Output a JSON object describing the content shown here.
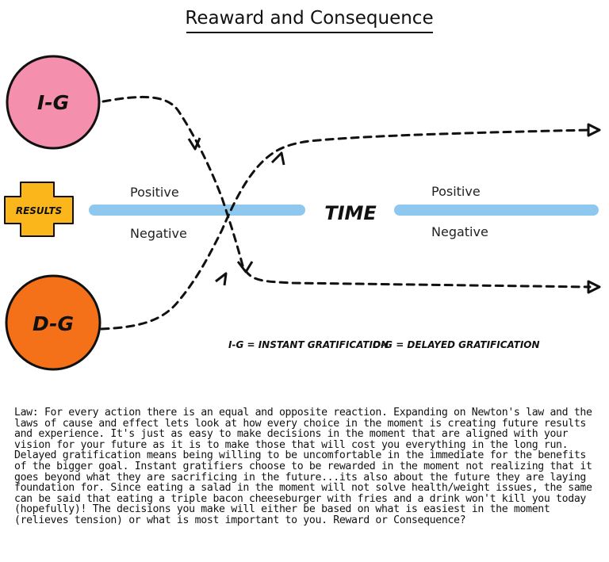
{
  "title": "Reaward and Consequence",
  "nodes": {
    "ig": {
      "label": "I-G",
      "color": "#f48fae"
    },
    "dg": {
      "label": "D-G",
      "color": "#f4711a"
    },
    "results": {
      "label": "RESULTS",
      "color": "#fbb61c"
    }
  },
  "center_label": "TIME",
  "left_zone": {
    "positive": "Positive",
    "negative": "Negative"
  },
  "right_zone": {
    "positive": "Positive",
    "negative": "Negative"
  },
  "legend": {
    "ig": "I-G = INSTANT GRATIFICATION",
    "dg": "D-G = DELAYED GRATIFICATION"
  },
  "bar_color": "#8fc8ef",
  "paragraph": "Law: For every action there is an equal and opposite reaction. Expanding on Newton's law and the laws of cause and effect lets look at how every choice in the moment is creating future results and experience. It's just as easy to make decisions in the moment that are aligned with your vision for your future as it is to make those that will cost you everything in the long run. Delayed gratification means being willing to be uncomfortable in the immediate for the benefits of the bigger goal. Instant gratifiers choose to be rewarded in the moment not realizing that it goes beyond what they are sacrificing in the future...its also about the future they are laying foundation for. Since eating a salad in the moment will not solve health/weight issues, the same can be said that eating a triple bacon cheeseburger with fries and a drink won't kill you today (hopefully)! The decisions you make will either be based on what is easiest in the moment (relieves tension) or what is most important to you. Reward or Consequence?"
}
